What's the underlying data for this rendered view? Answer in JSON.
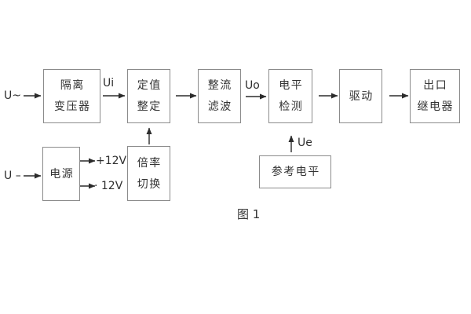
{
  "figure": {
    "caption": "图 1",
    "colors": {
      "box_border": "#8b8b8b",
      "arrow": "#2b2b2b",
      "text": "#333333",
      "background": "#ffffff"
    },
    "blocks": [
      {
        "name": "isolation-transformer",
        "lines": [
          "隔离",
          "变压器"
        ]
      },
      {
        "name": "setting-adjust",
        "lines": [
          "定值",
          "整定"
        ]
      },
      {
        "name": "rectify-filter",
        "lines": [
          "整流",
          "滤波"
        ]
      },
      {
        "name": "level-detect",
        "lines": [
          "电平",
          "检测"
        ]
      },
      {
        "name": "driver",
        "lines": [
          "驱动"
        ]
      },
      {
        "name": "output-relay",
        "lines": [
          "出口",
          "继电器"
        ]
      },
      {
        "name": "power-supply",
        "lines": [
          "电源"
        ]
      },
      {
        "name": "ratio-switch",
        "lines": [
          "倍率",
          "切换"
        ]
      },
      {
        "name": "reference-level",
        "lines": [
          "参考电平"
        ]
      }
    ],
    "signal_labels": {
      "input_ac": "U~",
      "ui": "Ui",
      "uo": "Uo",
      "input_dc": "U –",
      "plus_12v": "+12V",
      "minus_12v": "· 12V",
      "ue": "Ue"
    }
  }
}
